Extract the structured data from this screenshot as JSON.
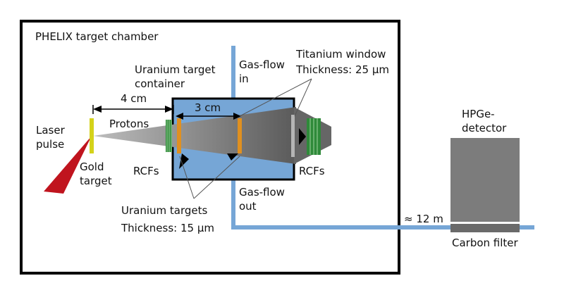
{
  "labels": {
    "chamber": "PHELIX target chamber",
    "laser_line1": "Laser",
    "laser_line2": "pulse",
    "gold_line1": "Gold",
    "gold_line2": "target",
    "protons": "Protons",
    "dist_4cm": "4 cm",
    "dist_3cm": "3 cm",
    "container_line1": "Uranium target",
    "container_line2": "container",
    "gas_in_line1": "Gas-flow",
    "gas_in_line2": "in",
    "gas_out_line1": "Gas-flow",
    "gas_out_line2": "out",
    "window_line1": "Titanium window",
    "window_line2": "Thickness: 25 µm",
    "rcfs_left": "RCFs",
    "rcfs_right": "RCFs",
    "targets_line1": "Uranium targets",
    "targets_line2": "Thickness: 15 µm",
    "hpge_line1": "HPGe-",
    "hpge_line2": "detector",
    "distance_12m": "≈ 12 m",
    "carbon_filter": "Carbon filter"
  },
  "colors": {
    "container_fill": "#76a6d6",
    "pipe": "#76a6d6",
    "beam": "#6e6e6e",
    "laser": "#c0141e",
    "gold_target": "#d4d21a",
    "uranium_target": "#e09020",
    "rcf_stack": "#2f8a3a",
    "detector": "#7c7c7c",
    "filter": "#6a6a6a"
  }
}
